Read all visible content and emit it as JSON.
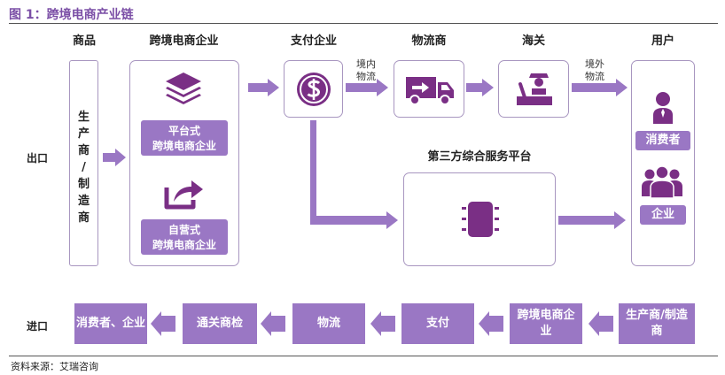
{
  "title": "图 1：跨境电商产业链",
  "columns": {
    "goods": "商品",
    "ecommerce": "跨境电商企业",
    "payment": "支付企业",
    "logistics": "物流商",
    "customs": "海关",
    "users": "用户"
  },
  "producer_vertical": [
    "生",
    "产",
    "商",
    "/",
    "制",
    "造",
    "商"
  ],
  "platform_label": [
    "平台式",
    "跨境电商企业"
  ],
  "selfrun_label": [
    "自营式",
    "跨境电商企业"
  ],
  "flow_labels": {
    "inbound": [
      "境内",
      "物流"
    ],
    "outbound": [
      "境外",
      "物流"
    ]
  },
  "third_party": "第三方综合服务平台",
  "user_labels": {
    "consumer": "消费者",
    "enterprise": "企业"
  },
  "export_label": "出口",
  "import_label": "进口",
  "import_chain": [
    "消费者、企业",
    "通关商检",
    "物流",
    "支付",
    "跨境电商企业",
    "生产商/制造商"
  ],
  "source": "资料来源：艾瑞咨询",
  "colors": {
    "accent": "#9a77c4",
    "dark_icon": "#7a2f85",
    "box_border": "#a896c0",
    "title": "#7b4fa6"
  }
}
